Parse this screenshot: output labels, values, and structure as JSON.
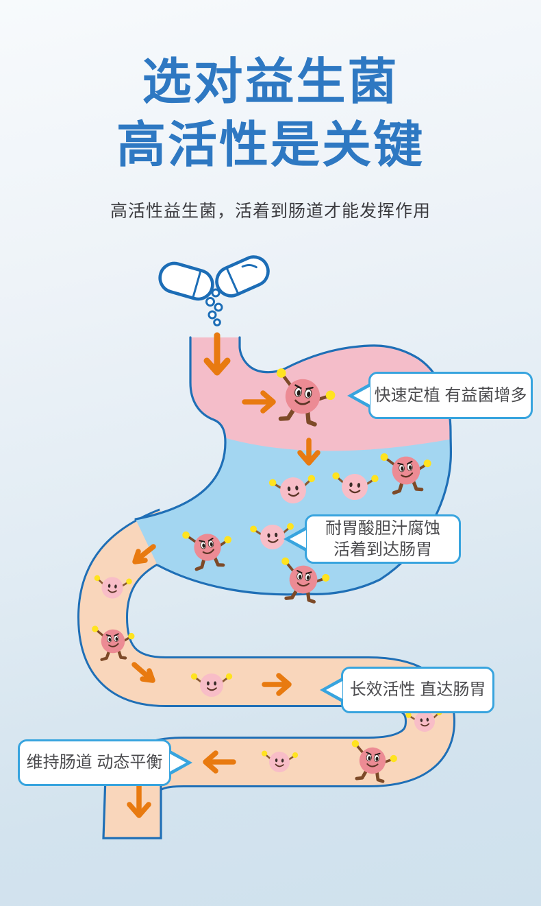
{
  "page": {
    "title_line1": "选对益生菌",
    "title_line2": "高活性是关键",
    "subtitle": "高活性益生菌，活着到肠道才能发挥作用"
  },
  "callouts": {
    "colonize": {
      "text": "快速定植 有益菌增多"
    },
    "acid_resist": {
      "line1": "耐胃酸胆汁腐蚀",
      "line2": "活着到达肠胃"
    },
    "long_lasting": {
      "text": "长效活性 直达肠胃"
    },
    "balance": {
      "text": "维持肠道 动态平衡"
    }
  },
  "icons": {
    "capsule": "capsule-icon",
    "granules": "granule-dots-icon",
    "probiotic_dark": "probiotic-germ-dark-icon",
    "probiotic_light": "probiotic-germ-light-icon",
    "flow_arrow": "flow-arrow-icon"
  },
  "colors": {
    "title_blue": "#2e78c2",
    "outline_blue": "#1f6fb6",
    "callout_border_blue": "#38a4de",
    "arrow_orange": "#e87a10",
    "stomach_pink": "#f4bdc9",
    "acid_blue": "#a3d6f1",
    "intestine_peach": "#f9d6bb",
    "germ_dark_pink": "#ec8b94",
    "germ_light_pink": "#f8bdc7",
    "germ_tip_yellow": "#ffe31f",
    "text_dark": "#3c3c40"
  }
}
